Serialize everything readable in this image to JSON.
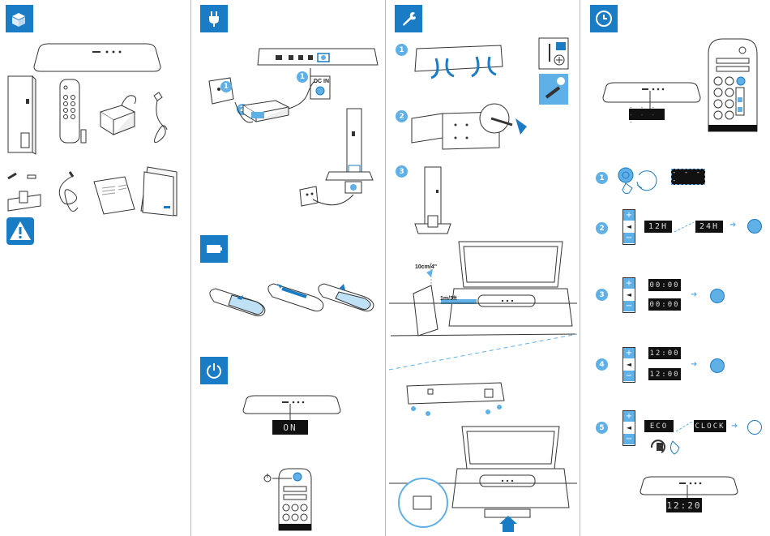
{
  "colors": {
    "accent": "#1a7cc4",
    "step": "#5fb0e6",
    "display_bg": "#111111"
  },
  "sections": {
    "box": {
      "icon": "box-icon"
    },
    "warning": {
      "icon": "warning-icon"
    },
    "power": {
      "icon": "plug-icon",
      "dc_in_label": "DC IN",
      "callouts": [
        "1",
        "2"
      ]
    },
    "battery": {
      "icon": "battery-icon"
    },
    "on": {
      "icon": "power-icon",
      "display": "ON"
    },
    "mount": {
      "icon": "wrench-icon",
      "steps": [
        "1",
        "2",
        "3"
      ],
      "distance_labels": [
        "10cm/4\"",
        "1m/3ft"
      ]
    },
    "clock": {
      "icon": "clock-icon",
      "steps": [
        "1",
        "2",
        "3",
        "4",
        "5"
      ],
      "step2": {
        "a": "12H",
        "b": "24H"
      },
      "step3": {
        "a": "00:00",
        "b": "00:00"
      },
      "step4": {
        "a": "12:00",
        "b": "12:00"
      },
      "step5": {
        "a": "ECO",
        "b": "CLOCK"
      },
      "final": "12:20",
      "keys": {
        "plus": "+",
        "minus": "−"
      }
    }
  }
}
